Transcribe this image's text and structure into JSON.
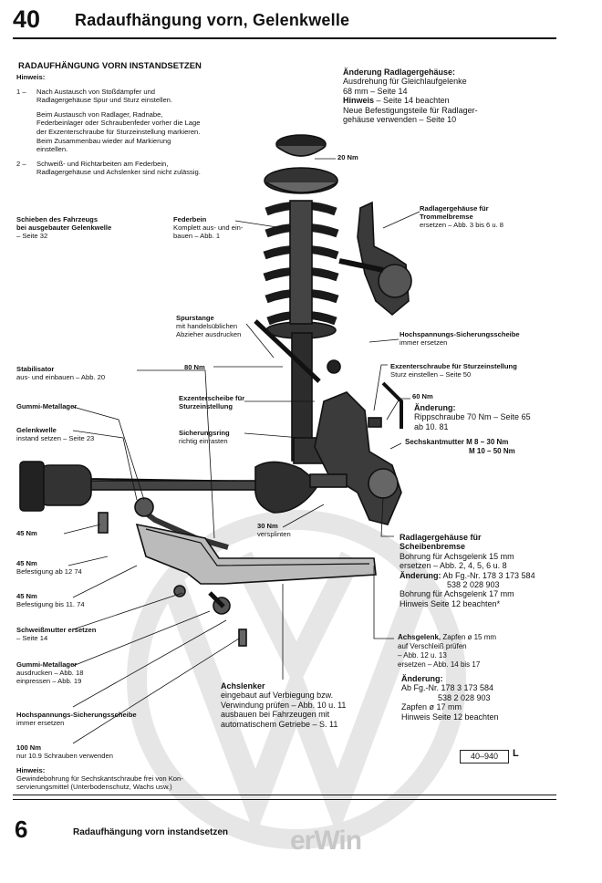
{
  "header": {
    "page_number": "40",
    "title": "Radaufhängung vorn, Gelenkwelle"
  },
  "section_title": "RADAUFHÄNGUNG VORN INSTANDSETZEN",
  "hints": {
    "heading": "Hinweis:",
    "items": [
      {
        "num": "1 –",
        "text": "Nach Austausch von Stoßdämpfer und Radlagergehäuse Spur und Sturz einstellen."
      },
      {
        "num": "",
        "text": "Beim Austausch von Radlager, Radnabe, Federbeinlager oder Schraubenfeder vorher die Lage der Exzenterschraube für Sturzeinstellung markieren. Beim Zusammenbau wieder auf Markierung einstellen."
      },
      {
        "num": "2 –",
        "text": "Schweiß- und Richtarbeiten am Federbein, Radlagergehäuse und Achslenker sind nicht zulässig."
      }
    ]
  },
  "labels": {
    "aenderung_radlager": {
      "title": "Änderung Radlagergehäuse:",
      "l1": "Ausdrehung für Gleichlaufgelenke",
      "l2": "68 mm – Seite 14",
      "l3b": "Hinweis",
      "l3": " – Seite 14 beachten",
      "l4": "Neue Befestigungsteile für Radlager-",
      "l5": "gehäuse verwenden – Seite 10"
    },
    "nm20": "20 Nm",
    "schieben": {
      "l1": "Schieben des Fahrzeugs",
      "l2": "bei ausgebauter Gelenkwelle",
      "l3": "– Seite 32"
    },
    "federbein": {
      "title": "Federbein",
      "l1": "Komplett aus- und ein-",
      "l2": "bauen – Abb. 1"
    },
    "trommel": {
      "l1": "Radlagergehäuse für",
      "l2": "Trommelbremse",
      "l3": "ersetzen – Abb. 3 bis 6 u. 8"
    },
    "spurstange": {
      "title": "Spurstange",
      "l1": "mit handelsüblichen",
      "l2": "Abzieher ausdrucken"
    },
    "hochspannung1": {
      "title": "Hochspannungs-Sicherungsscheibe",
      "l1": "immer ersetzen"
    },
    "stabilisator": {
      "title": "Stabilisator",
      "l1": "aus- und einbauen – Abb. 20"
    },
    "nm80": "80 Nm",
    "exzenterschraube": {
      "title": "Exzenterschraube für Sturzeinstellung",
      "l1": "Sturz einstellen – Seite 50"
    },
    "gummi1": "Gummi-Metallager",
    "exzenterscheibe": {
      "l1": "Exzenterscheibe für",
      "l2": "Sturzeinstellung"
    },
    "nm60": "60 Nm",
    "aenderung_ripp": {
      "title": "Änderung:",
      "l1": "Rippschraube 70 Nm – Seite 65",
      "l2": "ab 10. 81"
    },
    "gelenkwelle": {
      "title": "Gelenkwelle",
      "l1": "instand setzen – Seite 23"
    },
    "sicherungsring": {
      "title": "Sicherungsring",
      "l1": "richtig einrasten"
    },
    "sechskant": {
      "title": "Sechskantmutter",
      "m8": "M 8",
      "m8v": "– 30 Nm",
      "m10": "M 10",
      "m10v": "– 50 Nm"
    },
    "nm45a": "45 Nm",
    "nm30": {
      "title": "30 Nm",
      "l1": "versplinten"
    },
    "scheibenbremse": {
      "l1": "Radlagergehäuse für",
      "l2": "Scheibenbremse",
      "l3": "Bohrung für Achsgelenk 15 mm",
      "l4": "ersetzen – Abb. 2, 4, 5, 6 u. 8",
      "l5b": "Änderung:",
      "l5": " Ab Fg.-Nr. 178 3 173 584",
      "l6": "538 2 028 903",
      "l7": "Bohrung für Achsgelenk 17 mm",
      "l8": "Hinweis Seite 12 beachten*"
    },
    "nm45b": {
      "title": "45 Nm",
      "l1": "Befestigung ab 12 74"
    },
    "nm45c": {
      "title": "45 Nm",
      "l1": "Befestigung bis 11. 74"
    },
    "schweissmutter": {
      "title": "Schweißmutter ersetzen",
      "l1": "– Seite 14"
    },
    "achsgelenk": {
      "title": "Achsgelenk,",
      "l0": " Zapfen ø 15 mm",
      "l1": "auf Verschleiß prüfen",
      "l2": "– Abb. 12 u. 13",
      "l3": "ersetzen – Abb. 14 bis 17"
    },
    "gummi2": {
      "title": "Gummi-Metallager",
      "l1": "ausdrucken – Abb. 18",
      "l2": "einpressen – Abb. 19"
    },
    "achslenker": {
      "title": "Achslenker",
      "l1": "eingebaut auf Verbiegung bzw.",
      "l2": "Verwindung prüfen – Abb. 10 u. 11",
      "l3": "ausbauen bei Fahrzeugen mit",
      "l4": "automatischem Getriebe – S. 11"
    },
    "aenderung_zapfen": {
      "title": "Änderung:",
      "l1": "Ab Fg.-Nr. 178 3 173 584",
      "l2": "538 2 028 903",
      "l3": "Zapfen ø 17 mm",
      "l4": "Hinweis Seite 12 beachten"
    },
    "hochspannung2": {
      "title": "Hochspannungs-Sicherungsscheibe",
      "l1": "immer ersetzen"
    },
    "nm100": {
      "title": "100 Nm",
      "l1": "nur 10.9 Schrauben verwenden"
    }
  },
  "bottom_hint": {
    "heading": "Hinweis:",
    "l1": "Gewindebohrung für Sechskantschraube frei von Kon-",
    "l2": "servierungsmittel (Unterbodenschutz, Wachs usw.)"
  },
  "figure_code": "40–940",
  "figure_suffix": "L",
  "footer": {
    "page_number": "6",
    "title": "Radaufhängung vorn instandsetzen",
    "logo": "erWin"
  }
}
